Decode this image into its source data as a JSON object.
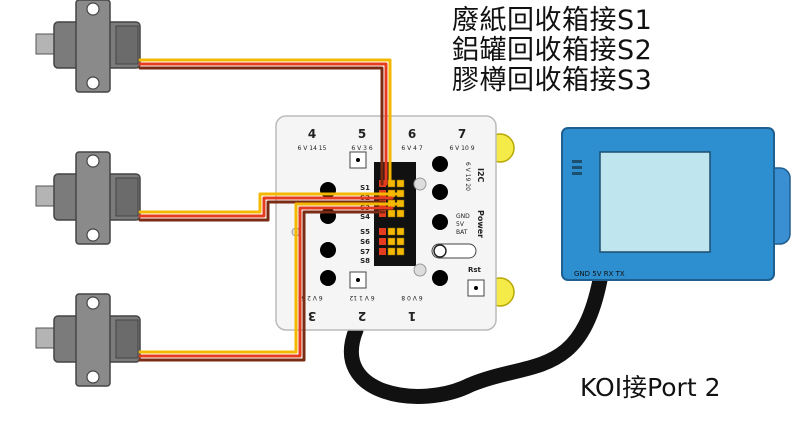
{
  "wiring_notes": [
    "廢紙回收箱接S1",
    "鋁罐回收箱接S2",
    "膠樽回收箱接S3"
  ],
  "koi_note": "KOI接Port 2",
  "board": {
    "top_ports": [
      {
        "number": "4",
        "pins": "6 V 14 15"
      },
      {
        "number": "5",
        "pins": "6 V 3 6"
      },
      {
        "number": "6",
        "pins": "6 V 4 7"
      },
      {
        "number": "7",
        "pins": "6 V 10 9"
      }
    ],
    "bottom_ports": [
      {
        "number": "3",
        "pins": "6 V 2 5"
      },
      {
        "number": "2",
        "pins": "6 V 1 12"
      },
      {
        "number": "1",
        "pins": "6 V 0 8"
      }
    ],
    "servo_labels": [
      "S1",
      "S2",
      "S3",
      "S4",
      "S5",
      "S6",
      "S7",
      "S8"
    ],
    "i2c_label": "I2C",
    "i2c_pins": "6 V 19 20",
    "power_label": "Power",
    "power_pins": [
      "GND",
      "5V",
      "BAT"
    ],
    "rst_label": "Rst"
  },
  "koi": {
    "pin_labels": "GND 5V RX TX"
  },
  "colors": {
    "servo_body": "#7b7b7b",
    "wire_red": "#e53b1e",
    "wire_yellow": "#f5b800",
    "koi_frame": "#2e8fd0",
    "koi_screen": "#bfe6ee",
    "cable": "#111111"
  }
}
